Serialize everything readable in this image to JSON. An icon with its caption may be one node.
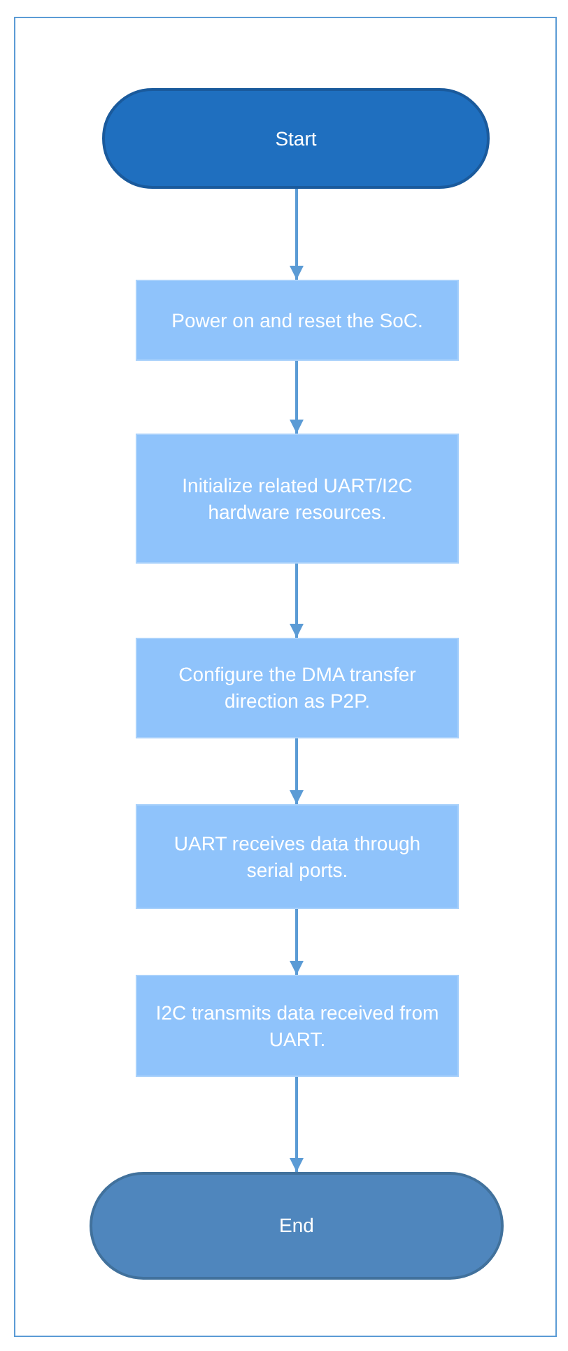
{
  "diagram": {
    "nodes": [
      {
        "text": [
          "Start"
        ]
      },
      {
        "text": [
          "Power on and reset the SoC."
        ]
      },
      {
        "text": [
          "Initialize related UART/I2C hardware resources."
        ]
      },
      {
        "text": [
          "Configure the DMA transfer direction as P2P."
        ]
      },
      {
        "text": [
          "UART receives data through serial ports."
        ]
      },
      {
        "text": [
          "I2C transmits data received from UART."
        ]
      },
      {
        "text": [
          "End"
        ]
      }
    ],
    "edges": [
      {
        "from": 0,
        "to": 1,
        "arrow": "to"
      },
      {
        "from": 1,
        "to": 2,
        "arrow": "to"
      },
      {
        "from": 2,
        "to": 3,
        "arrow": "to"
      },
      {
        "from": 3,
        "to": 4,
        "arrow": "to"
      },
      {
        "from": 4,
        "to": 5,
        "arrow": "to"
      },
      {
        "from": 5,
        "to": 6,
        "arrow": "to"
      }
    ]
  }
}
